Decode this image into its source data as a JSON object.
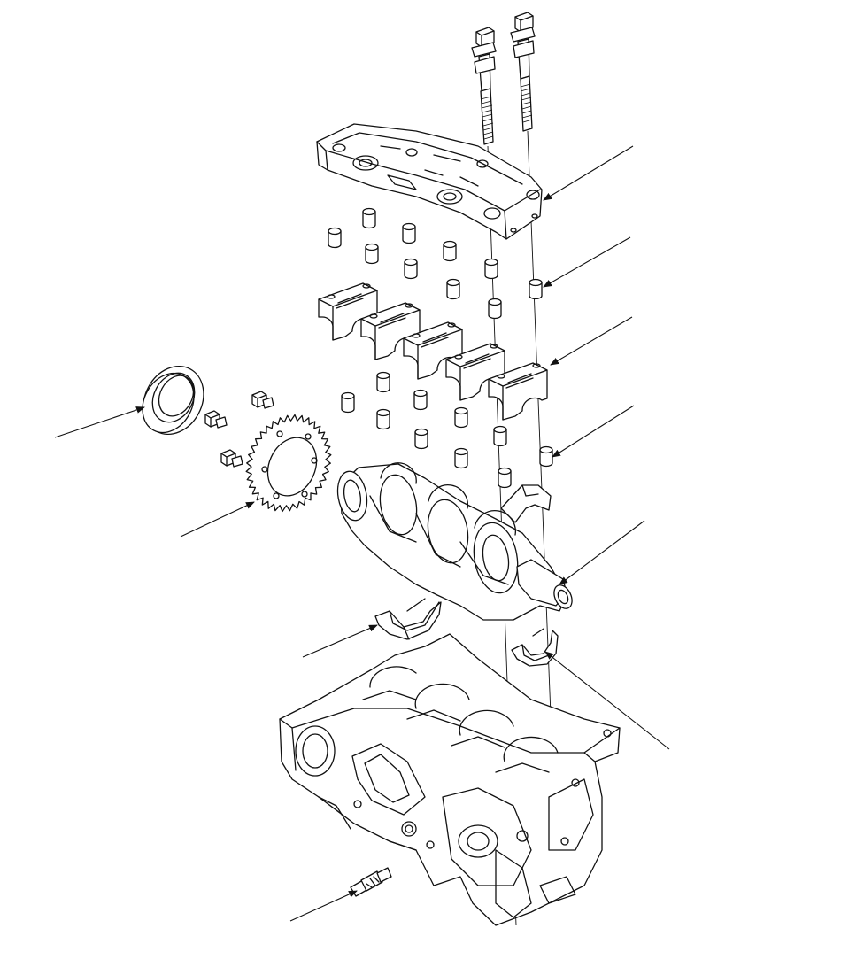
{
  "diagram": {
    "colors": {
      "line": "#111111",
      "background": "#ffffff"
    },
    "parts": [
      {
        "id": "bearing-cap-bridge",
        "icon": "bearing-cap-bridge-icon"
      },
      {
        "id": "bridge-bolts",
        "icon": "bolt-icon"
      },
      {
        "id": "dowel-pins-upper",
        "icon": "dowel-pin-icon"
      },
      {
        "id": "main-bearing-caps",
        "icon": "bearing-cap-icon"
      },
      {
        "id": "dowel-pins-lower",
        "icon": "dowel-pin-icon"
      },
      {
        "id": "crankshaft-oil-seal",
        "icon": "oil-seal-icon"
      },
      {
        "id": "pulser-plate",
        "icon": "sprocket-icon"
      },
      {
        "id": "crankshaft",
        "icon": "crankshaft-icon"
      },
      {
        "id": "main-bearings-lower",
        "icon": "bearing-shell-icon"
      },
      {
        "id": "thrust-washers",
        "icon": "thrust-washer-icon"
      },
      {
        "id": "cylinder-block",
        "icon": "engine-block-icon"
      },
      {
        "id": "oil-pressure-switch",
        "icon": "sensor-icon"
      }
    ]
  }
}
